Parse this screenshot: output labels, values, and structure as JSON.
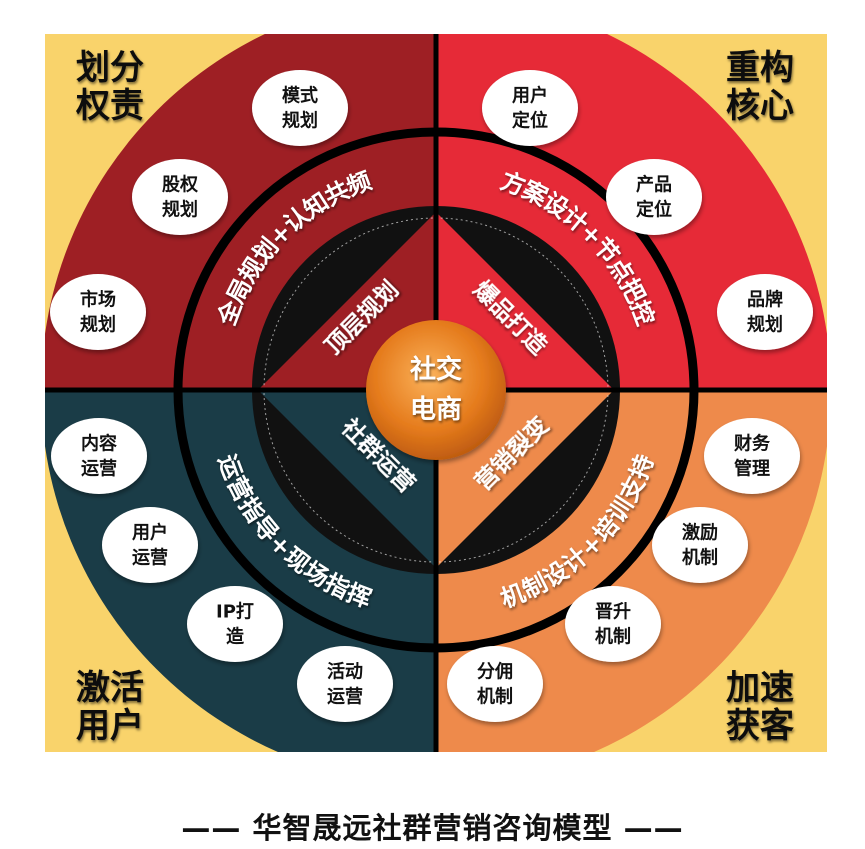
{
  "title": "—— 华智晟远社群营销咨询模型 ——",
  "center": [
    "社交",
    "电商"
  ],
  "quadrants": [
    {
      "key": "top_left",
      "corner": [
        "划分",
        "权责"
      ],
      "inner": "顶层规划",
      "ring": "全局规划+认知共频",
      "items": [
        [
          "模式",
          "规划"
        ],
        [
          "股权",
          "规划"
        ],
        [
          "市场",
          "规划"
        ]
      ],
      "color": "#9E1F24"
    },
    {
      "key": "top_right",
      "corner": [
        "重构",
        "核心"
      ],
      "inner": "爆品打造",
      "ring": "方案设计+节点把控",
      "items": [
        [
          "用户",
          "定位"
        ],
        [
          "产品",
          "定位"
        ],
        [
          "品牌",
          "规划"
        ]
      ],
      "color": "#E62A37"
    },
    {
      "key": "bottom_left",
      "corner": [
        "激活",
        "用户"
      ],
      "inner": "社群运营",
      "ring": "运营指导+现场指挥",
      "items": [
        [
          "内容",
          "运营"
        ],
        [
          "用户",
          "运营"
        ],
        [
          "IP打",
          "造"
        ],
        [
          "活动",
          "运营"
        ]
      ],
      "color": "#1A3C47"
    },
    {
      "key": "bottom_right",
      "corner": [
        "加速",
        "获客"
      ],
      "inner": "营销裂变",
      "ring": "机制设计+培训支持",
      "items": [
        [
          "财务",
          "管理"
        ],
        [
          "激励",
          "机制"
        ],
        [
          "晋升",
          "机制"
        ],
        [
          "分佣",
          "机制"
        ]
      ],
      "color": "#EE8A4B"
    }
  ],
  "colors": {
    "background": "#F9D36B",
    "divider": "#000000",
    "center": "#E07A1E",
    "pill": "#FFFFFF"
  }
}
